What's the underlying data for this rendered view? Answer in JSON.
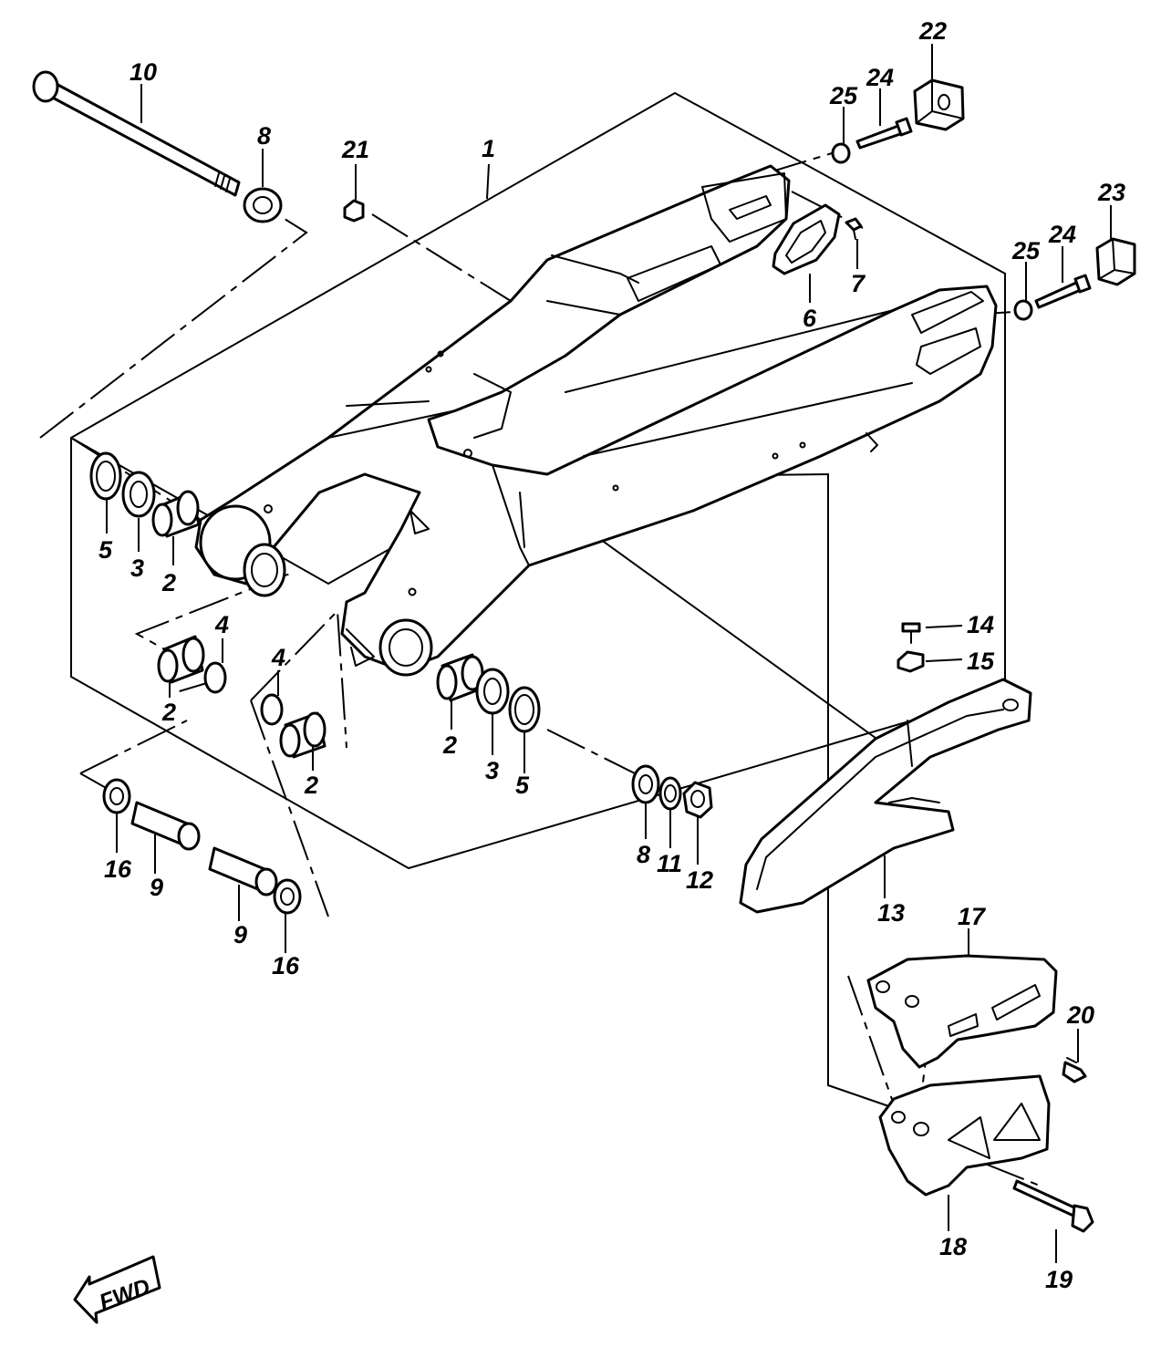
{
  "callouts": {
    "c1": "1",
    "c2a": "2",
    "c2b": "2",
    "c2c": "2",
    "c2d": "2",
    "c3a": "3",
    "c3b": "3",
    "c4a": "4",
    "c4b": "4",
    "c5a": "5",
    "c5b": "5",
    "c6": "6",
    "c7": "7",
    "c8a": "8",
    "c8b": "8",
    "c9a": "9",
    "c9b": "9",
    "c10": "10",
    "c11": "11",
    "c12": "12",
    "c13": "13",
    "c14": "14",
    "c15": "15",
    "c16a": "16",
    "c16b": "16",
    "c17": "17",
    "c18": "18",
    "c19": "19",
    "c20": "20",
    "c21": "21",
    "c22": "22",
    "c23": "23",
    "c24a": "24",
    "c24b": "24",
    "c25a": "25",
    "c25b": "25"
  },
  "direction": {
    "label": "FWD",
    "icon": "forward-arrow-icon"
  }
}
